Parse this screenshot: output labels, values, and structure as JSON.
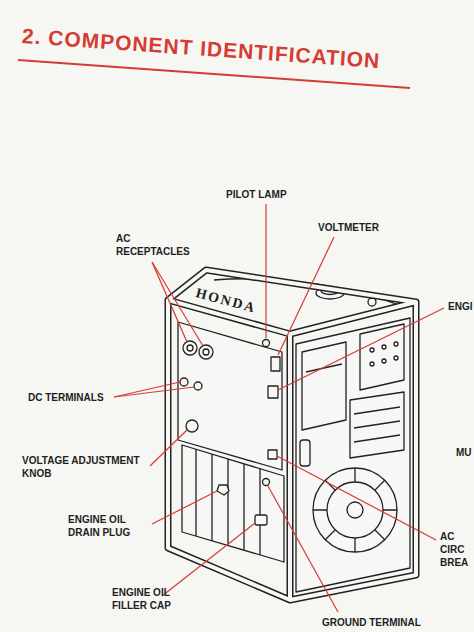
{
  "diagram": {
    "title": "2. COMPONENT IDENTIFICATION",
    "labels": [
      "PILOT LAMP",
      "AC RECEPTACLES",
      "VOLTMETER",
      "ENGI",
      "HONDA",
      "DC TERMINALS",
      "MU",
      "VOLTAGE ADJUSTMENT KNOB",
      "ENGINE OIL DRAIN PLUG",
      "AC CIRC BREA",
      "ENGINE OIL FILLER CAP",
      "GROUND TERMINAL"
    ]
  }
}
